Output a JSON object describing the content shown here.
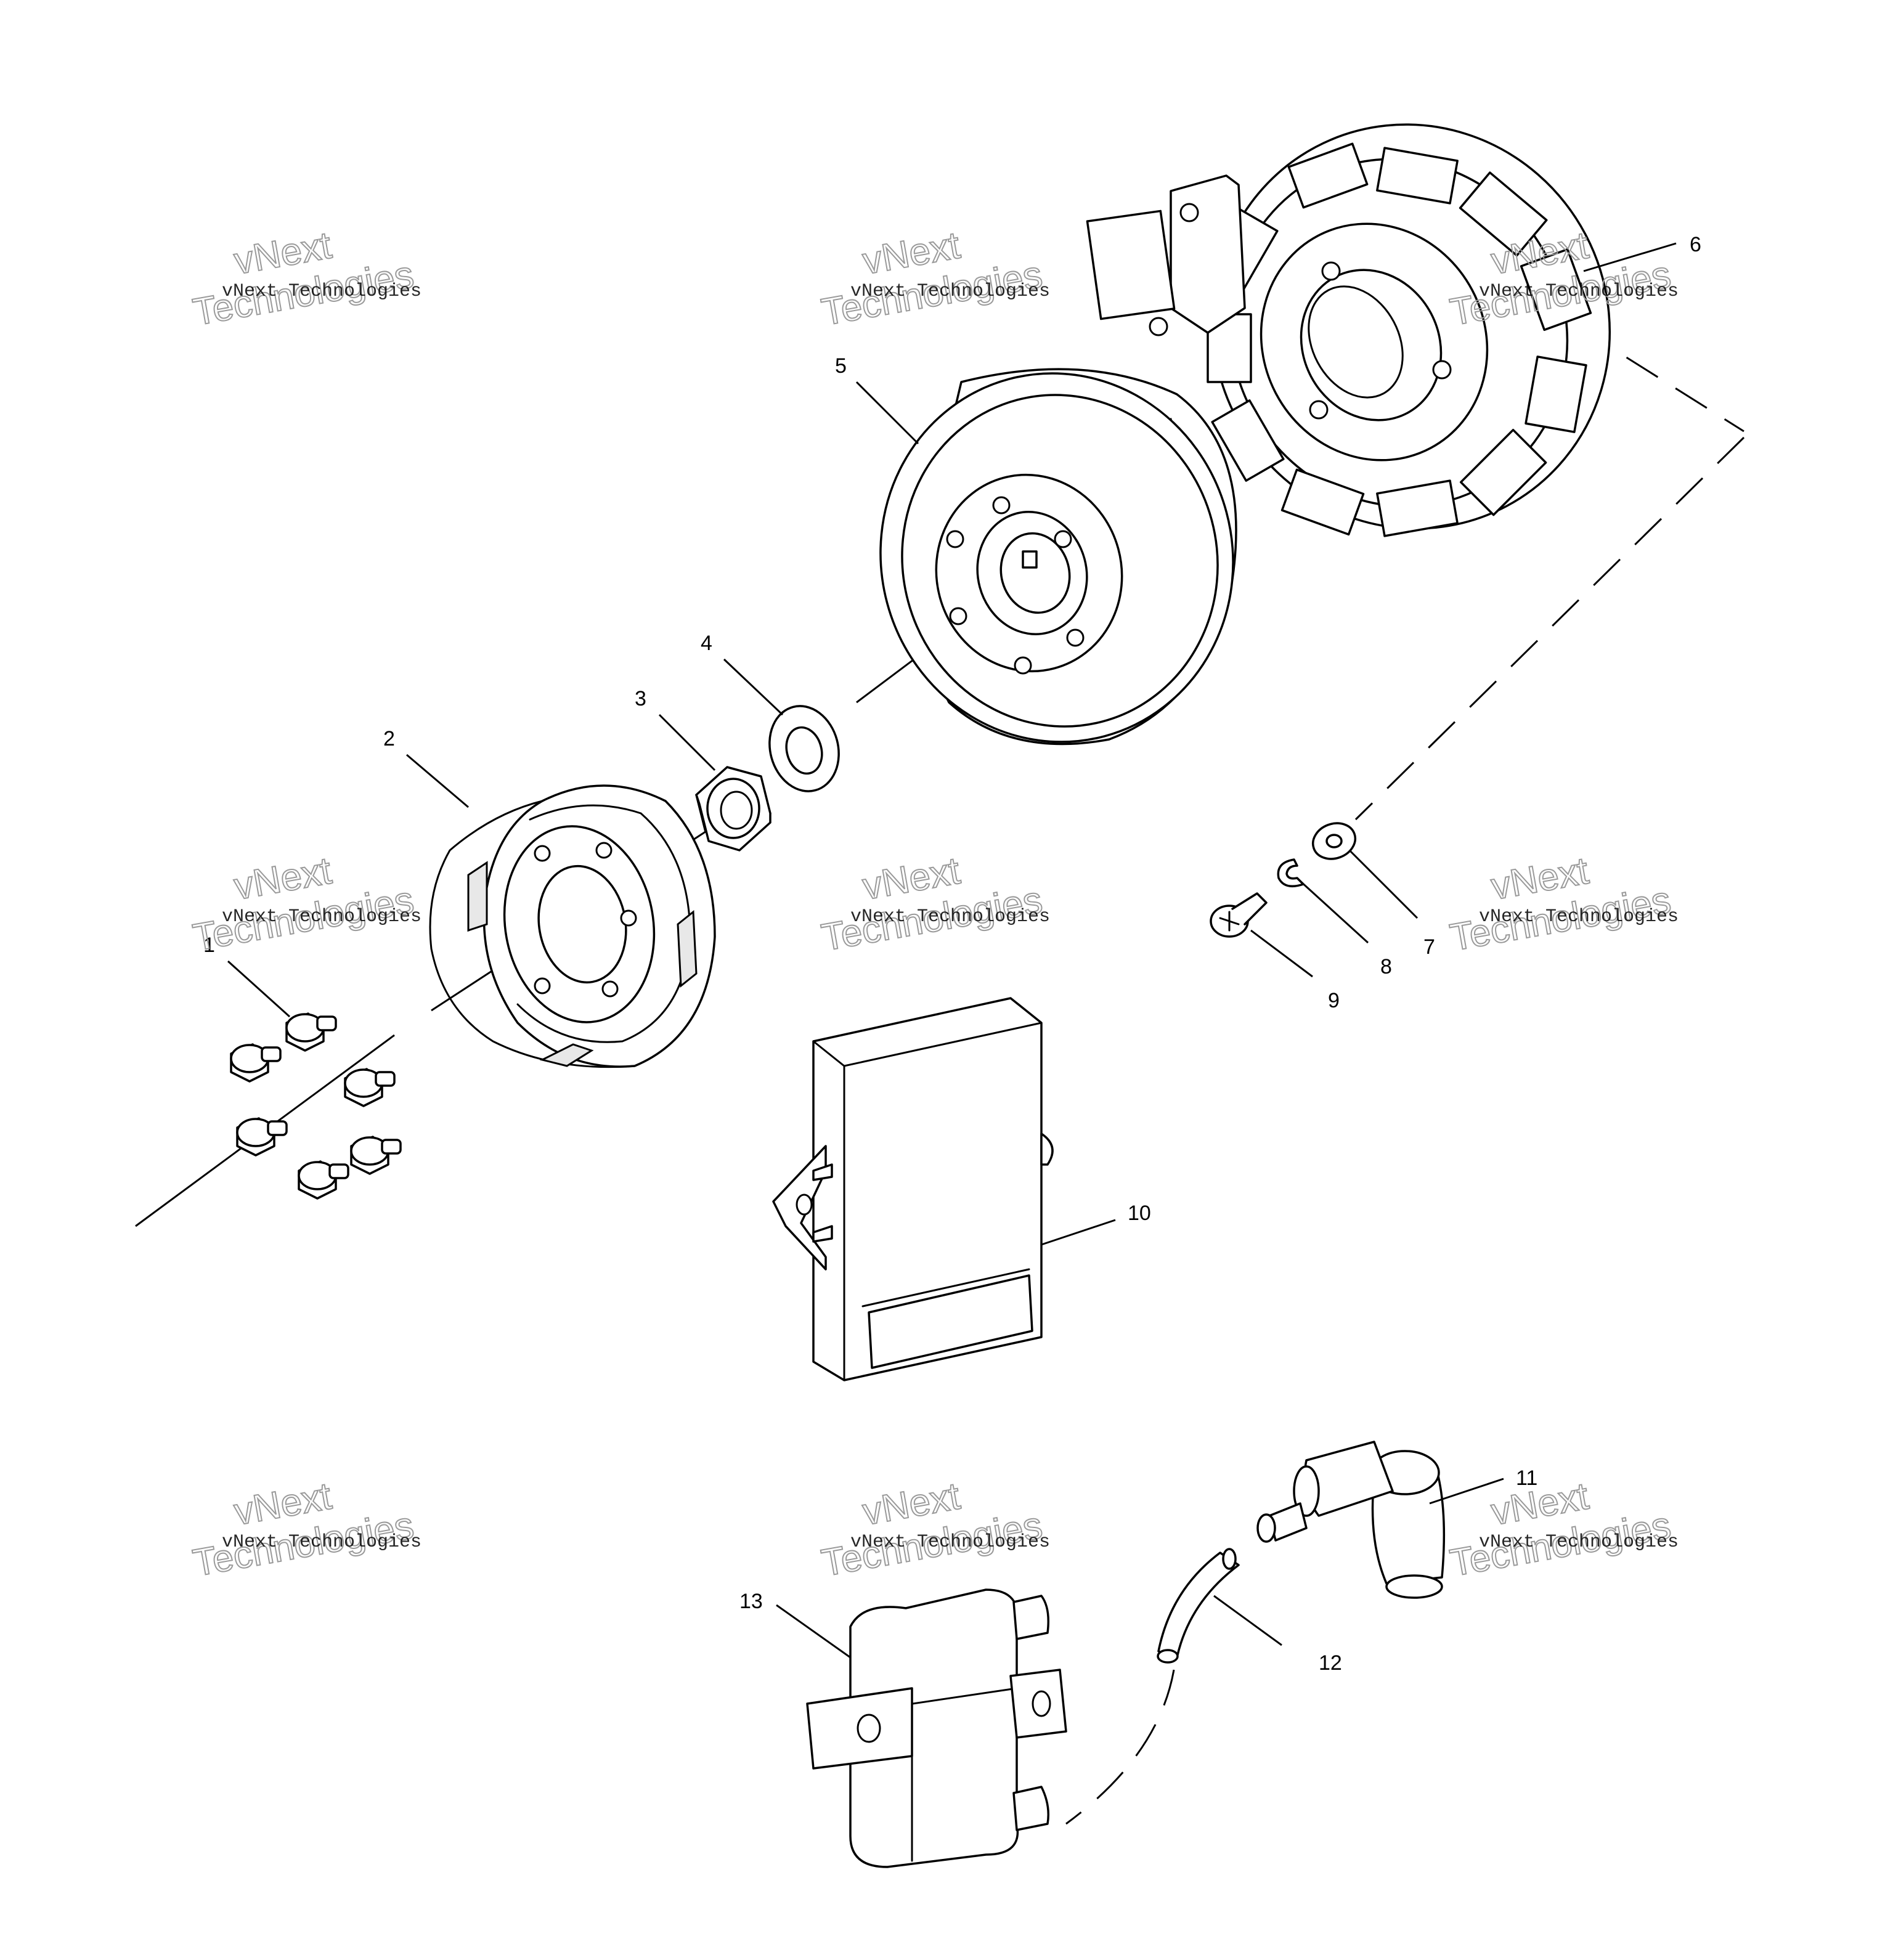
{
  "callouts": {
    "c1": "1",
    "c2": "2",
    "c3": "3",
    "c4": "4",
    "c5": "5",
    "c6": "6",
    "c7": "7",
    "c8": "8",
    "c9": "9",
    "c10": "10",
    "c11": "11",
    "c12": "12",
    "c13": "13"
  },
  "watermark": {
    "line1": "vNext Technologies",
    "line2a": "vNext",
    "line2b": "Technologies"
  },
  "colors": {
    "line": "#000000",
    "watermark_outline": "#9a9a9a",
    "background": "#ffffff"
  }
}
